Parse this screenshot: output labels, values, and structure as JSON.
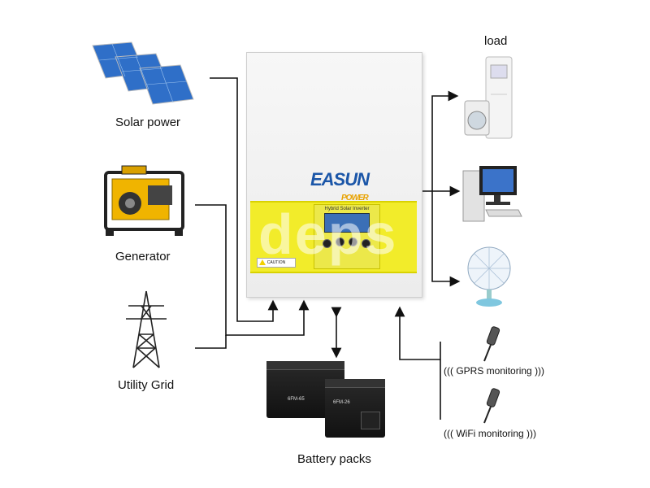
{
  "labels": {
    "solar": "Solar power",
    "generator": "Generator",
    "utility": "Utility Grid",
    "battery": "Battery packs",
    "load": "load",
    "gprs": "GPRS monitoring",
    "wifi": "WiFi monitoring"
  },
  "inverter": {
    "brand_main": "EASUN",
    "brand_sub": "POWER",
    "lcd_title": "Hybrid Solar Inverter",
    "caution": "CAUTION",
    "watermark": "deps"
  },
  "battery_tags": [
    "6FM-65",
    "6FM-26"
  ],
  "colors": {
    "inverter_yellow": "#f2ec2a",
    "brand_blue": "#1b56a8",
    "wire": "#111111"
  }
}
